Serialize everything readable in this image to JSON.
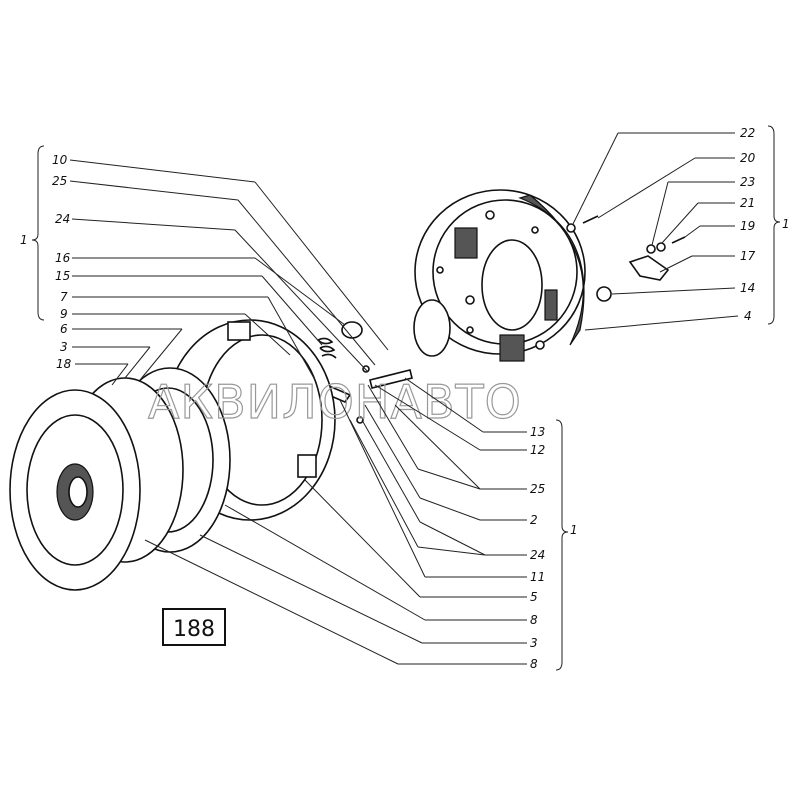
{
  "figure_number": "188",
  "watermark": "АКВИЛОНАВТО",
  "left_group": {
    "assembly": "1",
    "labels": [
      "10",
      "25",
      "24",
      "16",
      "15",
      "7",
      "9"
    ]
  },
  "left_extra": [
    "6",
    "3",
    "18"
  ],
  "right_top_group": {
    "assembly": "1",
    "labels": [
      "22",
      "20",
      "23",
      "21",
      "19",
      "17",
      "14",
      "4"
    ]
  },
  "right_bottom_group": {
    "assembly": "1",
    "labels": [
      "13",
      "12",
      "25",
      "2",
      "24",
      "11",
      "5",
      "8",
      "3",
      "8"
    ]
  }
}
